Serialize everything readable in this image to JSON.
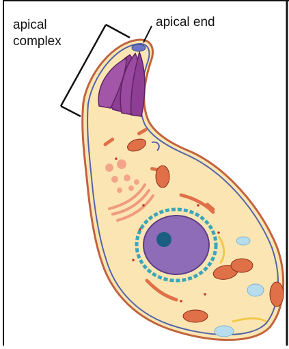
{
  "labels": {
    "apical_complex_line1": "apical",
    "apical_complex_line2": "complex",
    "apical_end": "apical end"
  },
  "colors": {
    "border": "#111111",
    "cytoplasm": "#fbe6b3",
    "membrane_outer": "#c2633e",
    "membrane_blue": "#5163a8",
    "apical_purple": "#8e3e94",
    "nucleus": "#8f6cb8",
    "nucleolus": "#1b5e82",
    "er": "#3aa6b8",
    "mitochondria": "#e07048",
    "vacuole": "#b7dcee",
    "golgi": "#f09a80"
  }
}
